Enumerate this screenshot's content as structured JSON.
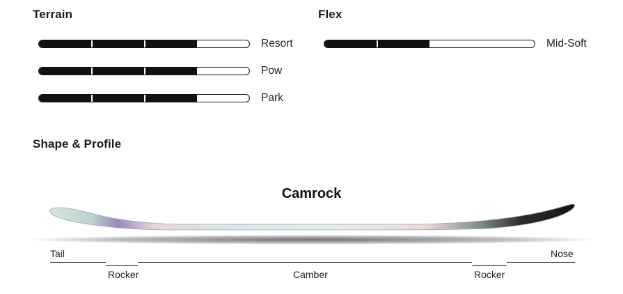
{
  "terrain": {
    "heading": "Terrain",
    "rows": [
      {
        "label": "Resort",
        "value": 0.75
      },
      {
        "label": "Pow",
        "value": 0.75
      },
      {
        "label": "Park",
        "value": 0.75
      }
    ]
  },
  "flex": {
    "heading": "Flex",
    "rows": [
      {
        "label": "Mid-Soft",
        "value": 0.5
      }
    ]
  },
  "shape_profile": {
    "heading": "Shape & Profile",
    "profile_name": "Camrock",
    "labels": {
      "tail": "Tail",
      "nose": "Nose",
      "rocker_left": "Rocker",
      "camber": "Camber",
      "rocker_right": "Rocker"
    }
  },
  "colors": {
    "bar_fill": "#111111",
    "tail_tint": "#a9c9c4",
    "nose_tint": "#1a1a1a"
  }
}
